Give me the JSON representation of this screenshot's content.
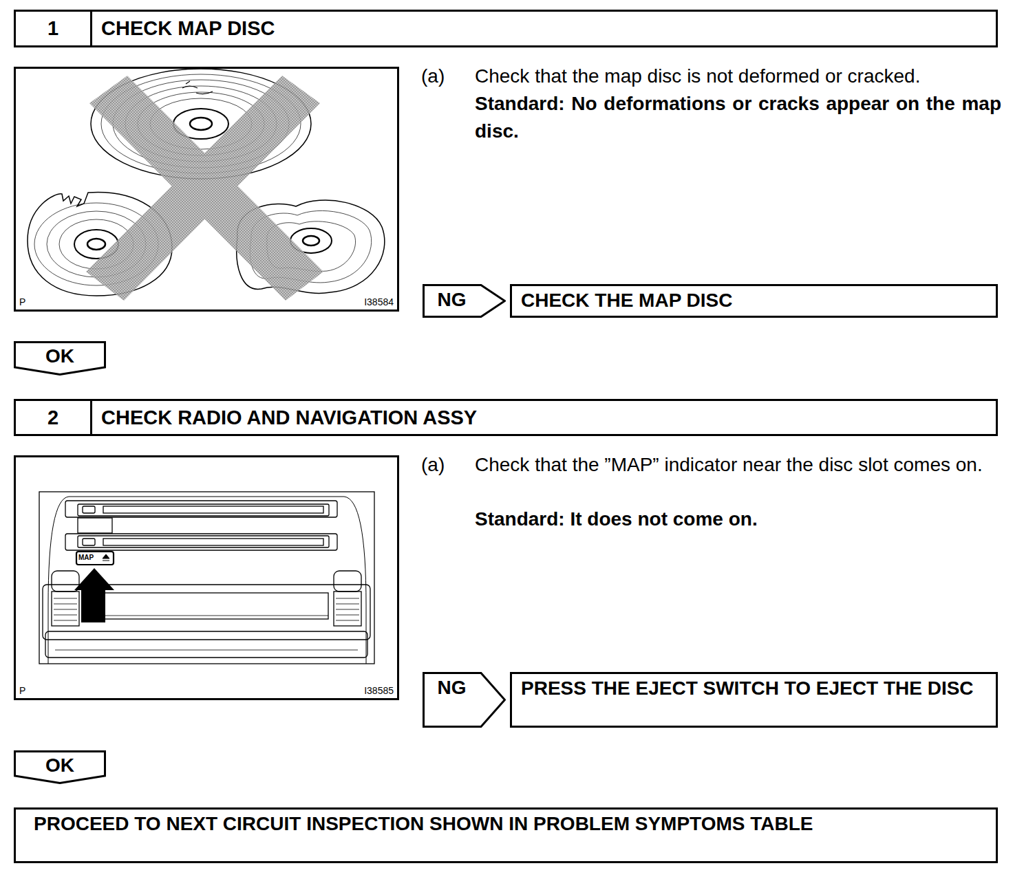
{
  "diagram": {
    "nodes": [
      {
        "text": [
          "1",
          "CHECK MAP DISC"
        ]
      },
      {
        "text": [
          "P",
          "I38584"
        ]
      },
      {
        "text": [
          "NG"
        ]
      },
      {
        "text": [
          "CHECK THE MAP DISC"
        ]
      },
      {
        "text": [
          "OK"
        ]
      },
      {
        "text": [
          "2",
          "CHECK RADIO AND NAVIGATION ASSY"
        ]
      },
      {
        "text": [
          "P",
          "I38585"
        ]
      },
      {
        "text": [
          "NG"
        ]
      },
      {
        "text": [
          "PRESS THE EJECT SWITCH TO EJECT THE DISC"
        ]
      },
      {
        "text": [
          "OK"
        ]
      },
      {
        "text": [
          "PROCEED TO NEXT CIRCUIT INSPECTION SHOWN IN PROBLEM SYMPTOMS TABLE"
        ]
      }
    ],
    "labels": [
      "(a)",
      "Check that the map disc is not deformed or cracked.",
      "Standard: No deformations or cracks appear on the map disc.",
      "(a)",
      "Check that the ”MAP” indicator near the disc slot comes on.",
      "Standard: It does not come on.",
      "MAP"
    ]
  }
}
